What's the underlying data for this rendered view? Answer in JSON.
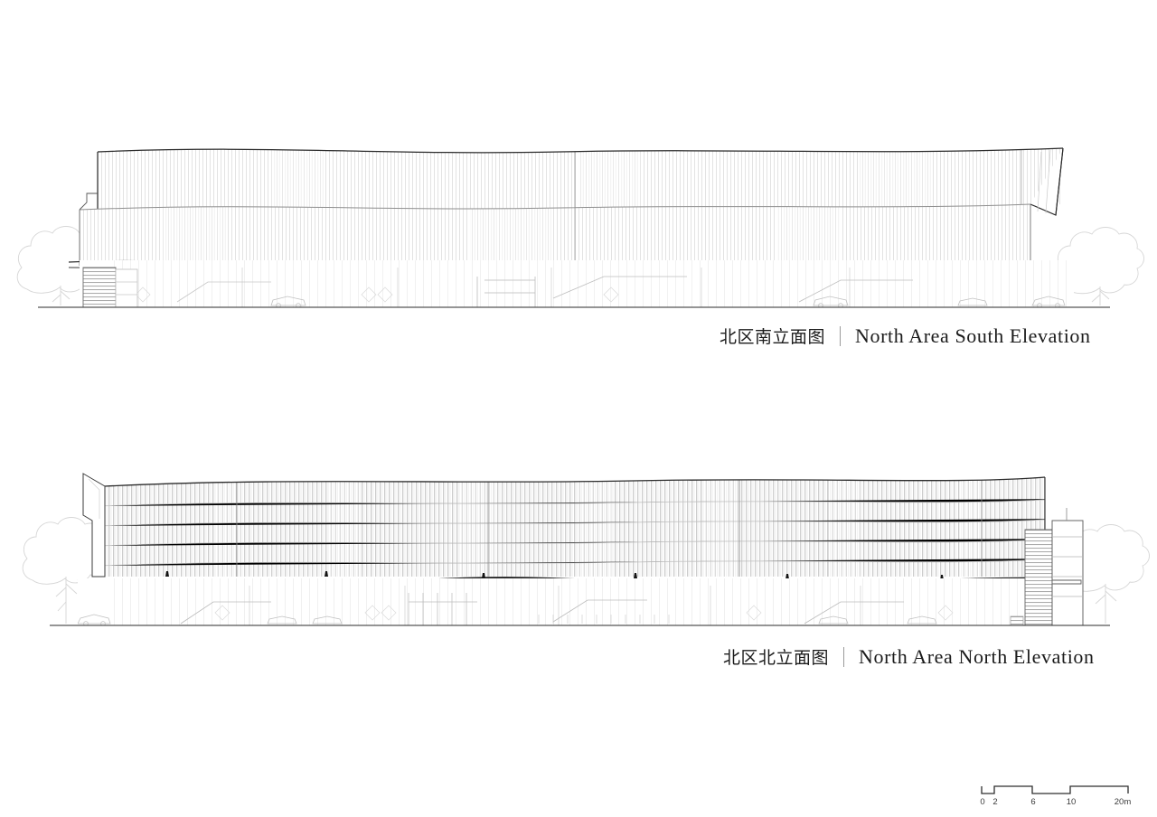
{
  "sheet": {
    "background": "#ffffff",
    "line_color": "#1b1b1b",
    "light_line_color": "#b9b9b9",
    "very_light_line_color": "#dcdcdc",
    "tree_color": "#d4d4d4"
  },
  "drawings": [
    {
      "id": "north-area-south-elevation",
      "caption_zh": "北区南立面图",
      "caption_separator": "|",
      "caption_en": "North Area South Elevation",
      "type": "architectural-elevation",
      "features": [
        "wavy-ribbon-roof",
        "vertical-louver-facade",
        "horizontal-band-division",
        "undulating-arch-canopy",
        "slender-columns",
        "left-stair-core",
        "parked-cars",
        "tree-outline-left",
        "tree-outline-right",
        "cantilevered-roof-corner-right"
      ]
    },
    {
      "id": "north-area-north-elevation",
      "caption_zh": "北区北立面图",
      "caption_separator": "|",
      "caption_en": "North Area North Elevation",
      "type": "architectural-elevation",
      "features": [
        "dense-vertical-louver-screen",
        "horizontal-floor-lines",
        "undulating-arch-canopy",
        "slender-columns",
        "right-stair-core-hatched",
        "parked-cars",
        "tree-outline-left",
        "tree-outline-right",
        "angled-roof-edge-left"
      ]
    }
  ],
  "scale_bar": {
    "name": "graphic-scale",
    "unit": "m",
    "ticks": [
      {
        "label": "0",
        "value": 0
      },
      {
        "label": "2",
        "value": 2
      },
      {
        "label": "6",
        "value": 6
      },
      {
        "label": "10",
        "value": 10
      },
      {
        "label": "20m",
        "value": 20
      }
    ]
  }
}
